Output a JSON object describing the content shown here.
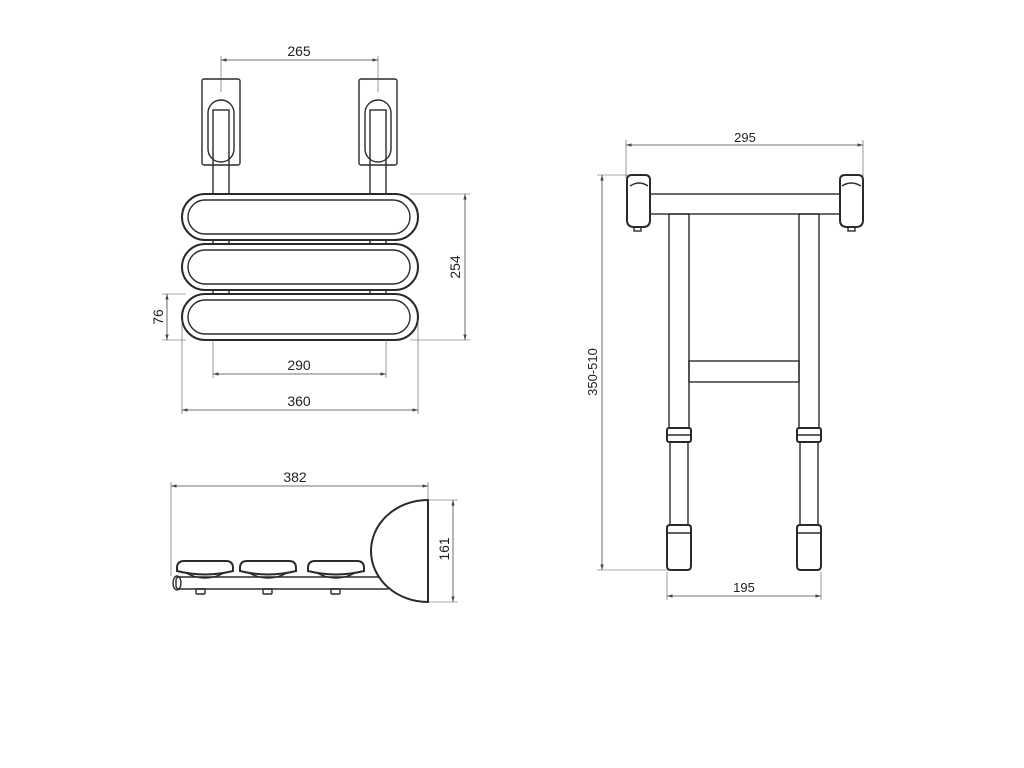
{
  "dimensions": {
    "top_bracket_spacing": "265",
    "seat_depth": "254",
    "slat_width": "76",
    "inner_width": "290",
    "seat_width": "360",
    "side_length": "382",
    "side_height": "161",
    "front_width": "295",
    "front_height": "350-510",
    "leg_spacing": "195"
  },
  "colors": {
    "line": "#2a2a2a",
    "background": "#ffffff"
  }
}
